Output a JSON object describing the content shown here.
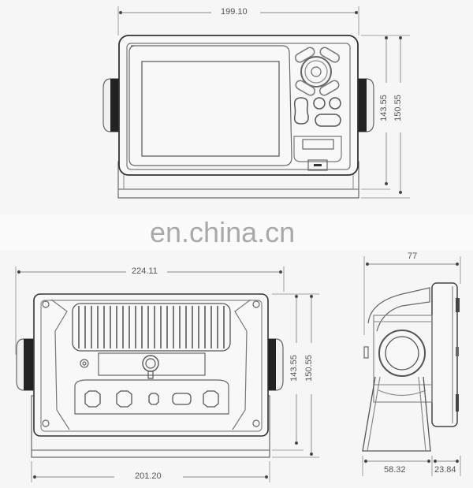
{
  "watermark": "en.china.cn",
  "front_view": {
    "width_label": "199.10",
    "height_inner_label": "143.55",
    "height_outer_label": "150.55"
  },
  "rear_view": {
    "width_top_label": "224.11",
    "width_bottom_label": "201.20",
    "height_inner_label": "143.55",
    "height_outer_label": "150.55"
  },
  "side_view": {
    "depth_label": "77",
    "base_label": "58.32",
    "face_label": "23.84"
  },
  "colors": {
    "line": "#555555",
    "knob": "#222222",
    "background": "#f6f6f6",
    "watermark": "#a9a9a9"
  }
}
